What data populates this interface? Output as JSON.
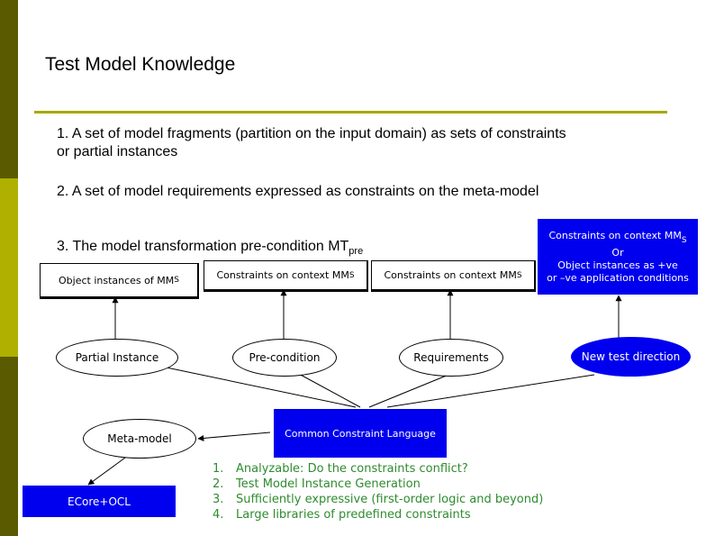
{
  "slide": {
    "title": "Test Model Knowledge",
    "items": [
      "1. A set of model fragments (partition on the input domain) as sets of constraints or partial instances",
      "2. A set of model requirements expressed as constraints on the meta-model",
      "3. The model transformation pre-condition MT"
    ],
    "item3_subscript": "pre"
  },
  "diagram": {
    "boxes": {
      "object_instances": {
        "text": "Object instances of MM",
        "sub": "S"
      },
      "constraints_1": {
        "text": "Constraints on context MM",
        "sub": "S"
      },
      "constraints_2": {
        "text": "Constraints on context MM",
        "sub": "S"
      },
      "constraints_3_line1": {
        "text": "Constraints on context MM",
        "sub": "S"
      },
      "constraints_3_line2": "Or",
      "constraints_3_line3": "Object instances as +ve",
      "constraints_3_line4": "or –ve application conditions",
      "ecore_ocl": "ECore+OCL"
    },
    "ellipses": {
      "partial_instance": "Partial Instance",
      "pre_condition": "Pre-condition",
      "requirements": "Requirements",
      "new_test_direction": "New test direction",
      "meta_model": "Meta-model",
      "common_constraint_language": "Common Constraint Language"
    },
    "list": [
      {
        "num": "1.",
        "text": "Analyzable: Do the constraints conflict?"
      },
      {
        "num": "2.",
        "text": "Test Model Instance Generation"
      },
      {
        "num": "3.",
        "text": "Sufficiently expressive (first-order logic and beyond)"
      },
      {
        "num": "4.",
        "text": "Large libraries of predefined constraints"
      }
    ]
  },
  "colors": {
    "sidebar_dark": "#5a5a00",
    "sidebar_light": "#b0b000",
    "rule": "#a8a800",
    "blue_fill": "#0000ee",
    "list_text": "#2e8b2e"
  }
}
